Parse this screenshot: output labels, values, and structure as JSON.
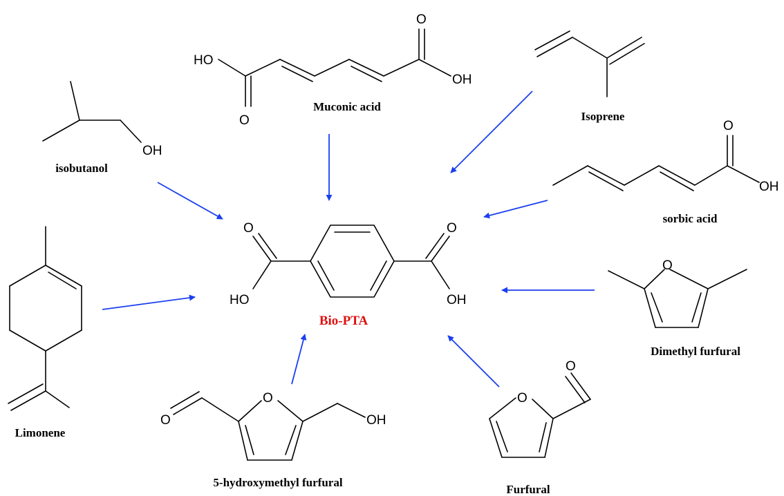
{
  "colors": {
    "arrow": "#1a3ef0",
    "product": "#e01010",
    "structure": "#000000"
  },
  "product": {
    "label": "Bio-PTA",
    "atoms": {
      "o_left": "O",
      "ho": "HO",
      "o_right": "O",
      "oh": "OH"
    }
  },
  "precursors": {
    "muconic": {
      "label": "Muconic acid",
      "atoms": {
        "ho": "HO",
        "o_bottom": "O",
        "o_top": "O",
        "oh": "OH"
      }
    },
    "isoprene": {
      "label": "Isoprene"
    },
    "isobutanol": {
      "label": "isobutanol",
      "atoms": {
        "oh": "OH"
      }
    },
    "sorbic": {
      "label": "sorbic acid",
      "atoms": {
        "o": "O",
        "oh": "OH"
      }
    },
    "limonene": {
      "label": "Limonene"
    },
    "dimethyl_furfural": {
      "label": "Dimethyl furfural",
      "atoms": {
        "o": "O"
      }
    },
    "hmf": {
      "label": "5-hydroxymethyl furfural",
      "atoms": {
        "o_ring": "O",
        "o_ald": "O",
        "oh": "OH"
      }
    },
    "furfural": {
      "label": "Furfural",
      "atoms": {
        "o_ring": "O",
        "o_ald": "O"
      }
    }
  }
}
